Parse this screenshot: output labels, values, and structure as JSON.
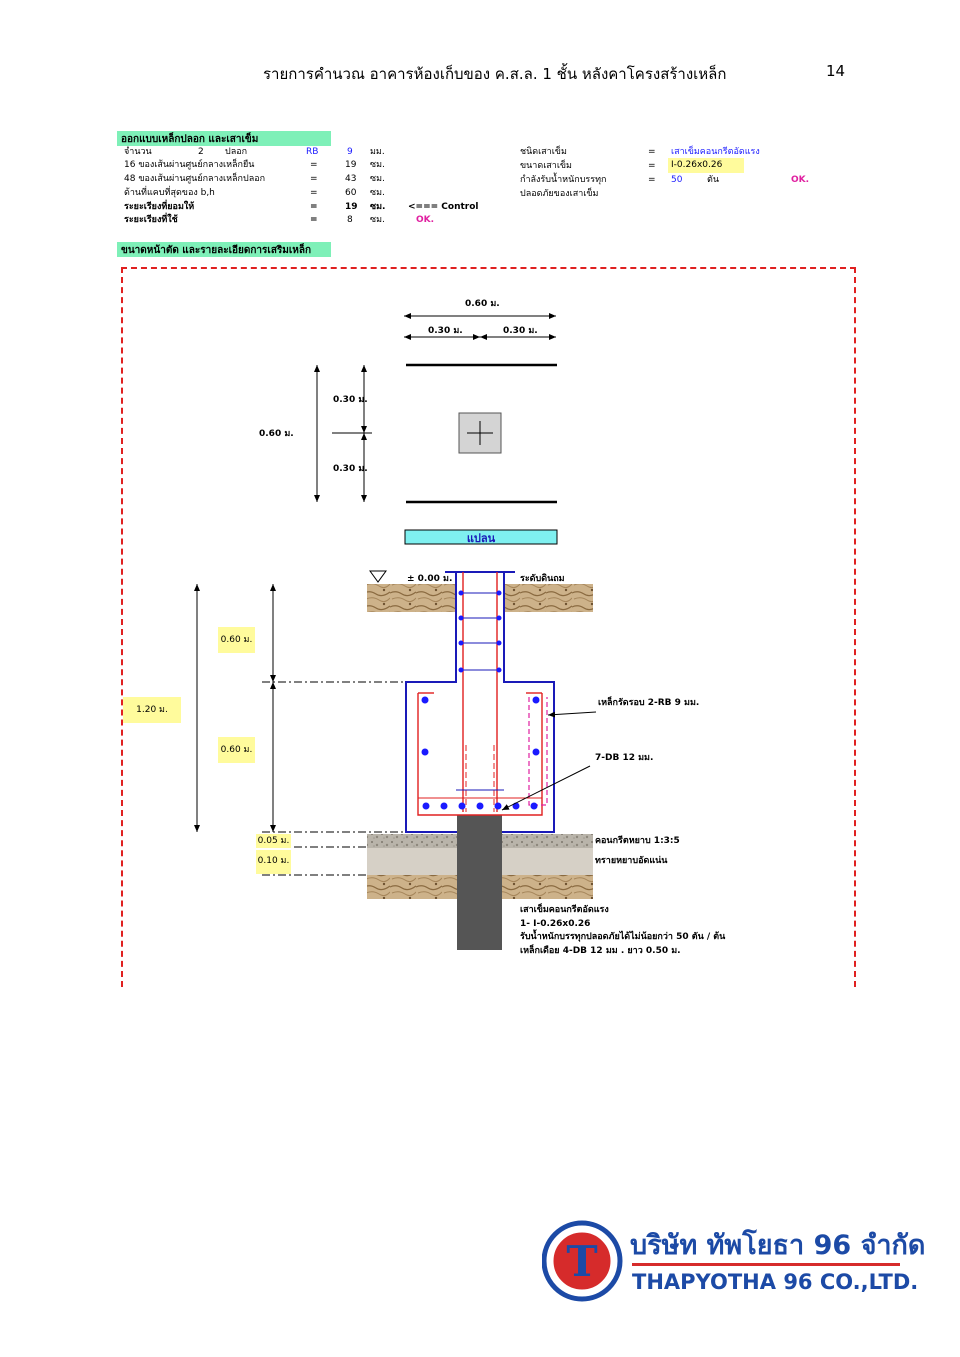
{
  "header": {
    "title": "รายการคำนวณ อาคารห้องเก็บของ ค.ส.ล. 1 ชั้น หลังคาโครงสร้างเหล็ก",
    "page_number": "14"
  },
  "section1": {
    "title": "ออกแบบเหล็กปลอก และเสาเข็ม",
    "rows": [
      {
        "label": "จำนวน",
        "v1": "2",
        "v2": "ปลอก",
        "v3": "RB",
        "v4": "9",
        "unit": "มม."
      },
      {
        "label": "16 ของเส้นผ่านศูนย์กลางเหล็กยืน",
        "eq": "=",
        "value": "19",
        "unit": "ซม."
      },
      {
        "label": "48 ของเส้นผ่านศูนย์กลางเหล็กปลอก",
        "eq": "=",
        "value": "43",
        "unit": "ซม."
      },
      {
        "label": "ด้านที่แคบที่สุดของ b,h",
        "eq": "=",
        "value": "60",
        "unit": "ซม."
      },
      {
        "label": "ระยะเรียงที่ยอมให้",
        "eq": "=",
        "value": "19",
        "unit": "ซม.",
        "note": "<=== Control"
      },
      {
        "label": "ระยะเรียงที่ใช้",
        "eq": "=",
        "value": "8",
        "unit": "ซม.",
        "ok": "OK."
      }
    ],
    "pile": [
      {
        "label": "ชนิดเสาเข็ม",
        "eq": "=",
        "value": "เสาเข็มคอนกรีตอัดแรง"
      },
      {
        "label": "ขนาดเสาเข็ม",
        "eq": "=",
        "value": "I-0.26x0.26"
      },
      {
        "label": "กำลังรับน้ำหนักบรรทุก",
        "eq": "=",
        "value": "50",
        "unit": "ตัน",
        "ok": "OK."
      },
      {
        "label": "ปลอดภัยของเสาเข็ม"
      }
    ]
  },
  "section2": {
    "title": "ขนาดหน้าตัด และรายละเอียดการเสริมเหล็ก"
  },
  "plan": {
    "dim_total_w": "0.60 ม.",
    "dim_half_l": "0.30 ม.",
    "dim_half_r": "0.30 ม.",
    "dim_total_h": "0.60 ม.",
    "dim_half_t": "0.30 ม.",
    "dim_half_b": "0.30 ม.",
    "label": "แปลน"
  },
  "section": {
    "ground_level": "± 0.00 ม.",
    "ground_label": "ระดับดินถม",
    "dim_col": "0.60 ม.",
    "dim_total": "1.20 ม.",
    "dim_footing": "0.60 ม.",
    "dim_lean": "0.05 ม.",
    "dim_sand": "0.10 ม.",
    "stirrup_label": "เหล็กรัดรอบ 2-RB 9  มม.",
    "bar_label": "7-DB 12 มม.",
    "lean_label": "คอนกรีตหยาบ 1:3:5",
    "sand_label": "ทรายหยาบอัดแน่น",
    "pile_note": [
      "เสาเข็มคอนกรีตอัดแรง",
      "1- I-0.26x0.26",
      "รับน้ำหนักบรรทุกปลอดภัยได้ไม่น้อยกว่า 50 ตัน / ต้น",
      "เหล็กเดือย 4-DB 12 มม . ยาว 0.50 ม."
    ]
  },
  "logo": {
    "mark": "T",
    "thai_name": "บริษัท ทัพโยธา 96 จำกัด",
    "english_name": "THAPYOTHA 96 CO.,LTD."
  },
  "colors": {
    "band": "#7ef0b8",
    "frame": "#e02020",
    "concrete_outline": "#1a1ab8",
    "rebar": "#e02020",
    "rebar_dot": "#1a1aff",
    "logo_blue": "#1c4aa6",
    "logo_red": "#d62b2b"
  }
}
